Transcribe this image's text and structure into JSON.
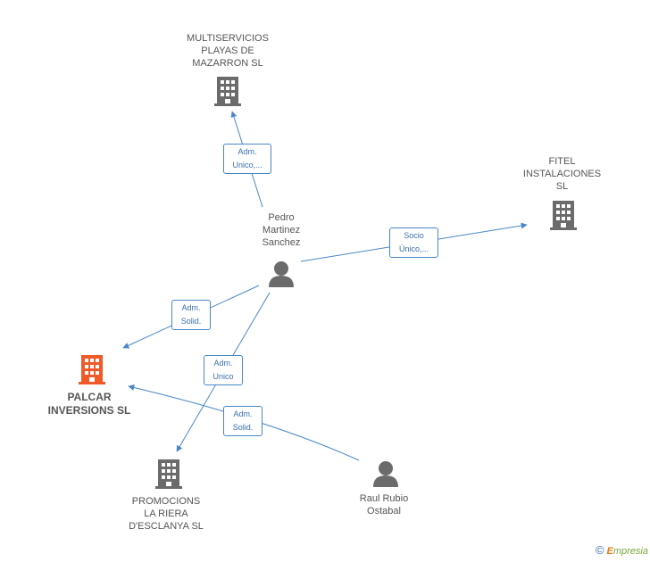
{
  "nodes": {
    "multiservicios": {
      "label": "MULTISERVICIOS\nPLAYAS DE\nMAZARRON  SL"
    },
    "fitel": {
      "label": "FITEL\nINSTALACIONES\nSL"
    },
    "pedro": {
      "label": "Pedro\nMartinez\nSanchez"
    },
    "palcar": {
      "label": "PALCAR\nINVERSIONS SL"
    },
    "promocions": {
      "label": "PROMOCIONS\nLA RIERA\nD'ESCLANYA SL"
    },
    "raul": {
      "label": "Raul Rubio\nOstabal"
    }
  },
  "edges": {
    "e1": "Adm.\nUnico,...",
    "e2": "Socio\nÚnico,...",
    "e3": "Adm.\nSolid.",
    "e4": "Adm.\nUnico",
    "e5": "Adm.\nSolid."
  },
  "footer": {
    "copyright": "©",
    "brand_initial": "E",
    "brand_rest": "mpresia"
  },
  "colors": {
    "edge": "#4a86c8",
    "company": "#6b6b6b",
    "highlight": "#f05a28",
    "person": "#6b6b6b"
  }
}
